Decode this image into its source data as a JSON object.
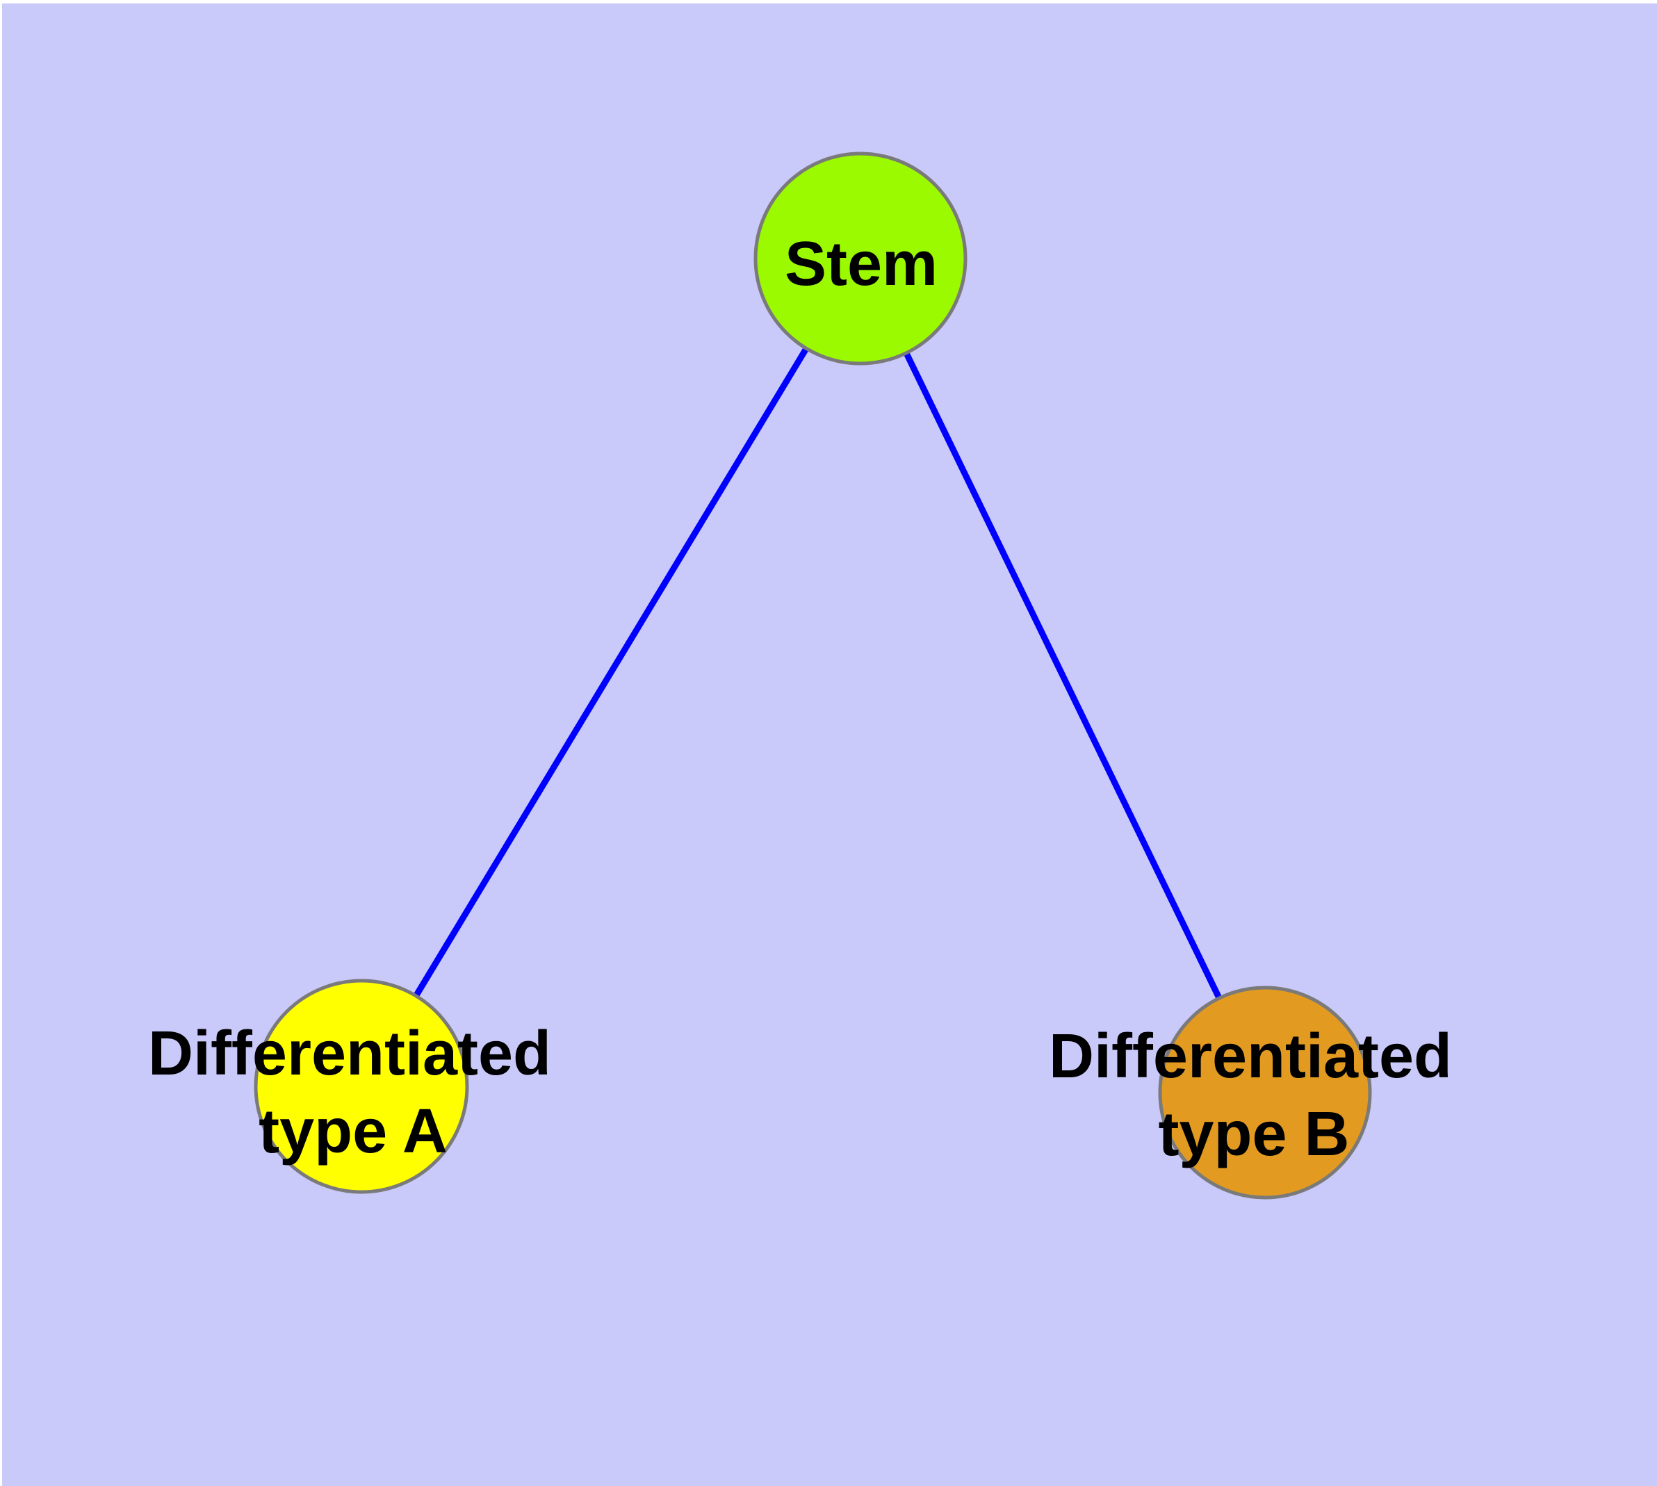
{
  "diagram": {
    "type": "graph",
    "background_color": "#C9C9FA",
    "page_margin_color": "#FFFFFF",
    "edge_style": {
      "color": "#0000FF",
      "width": "9"
    },
    "node_style": {
      "border_color": "#7A7A7A",
      "border_width": "5",
      "label_color": "#000000"
    },
    "nodes": {
      "stem": {
        "label": "Stem",
        "fill_color": "#9BFA00"
      },
      "type_a": {
        "label_line1": "Differentiated",
        "label_line2": "type A",
        "fill_color": "#FFFF00"
      },
      "type_b": {
        "label_line1": "Differentiated",
        "label_line2": "type B",
        "fill_color": "#E39A20"
      }
    },
    "edges": [
      {
        "from": "Stem",
        "to": "Differentiated type A"
      },
      {
        "from": "Stem",
        "to": "Differentiated type B"
      }
    ]
  }
}
